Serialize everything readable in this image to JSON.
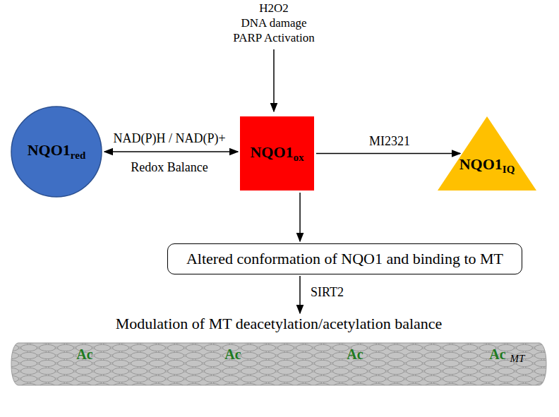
{
  "diagram": {
    "nodes": [
      {
        "text": [
          "NQO1red"
        ]
      },
      {
        "text": [
          "NQO1ox"
        ]
      },
      {
        "text": [
          "NQO1IQ"
        ]
      },
      {
        "text": [
          "Altered conformation of NQO1 and binding to MT"
        ]
      },
      {
        "text": [
          "Modulation of MT deacetylation/acetylation balance",
          "Ac",
          "Ac",
          "Ac",
          "Ac",
          "MT"
        ]
      }
    ],
    "edges": [
      {
        "from": 0,
        "to": 1,
        "arrow": "both",
        "label": "NAD(P)H / NAD(P)+"
      },
      {
        "from": 1,
        "to": 2,
        "arrow": "to",
        "label": "MI2321"
      },
      {
        "from": 1,
        "to": 3,
        "arrow": "to"
      },
      {
        "from": 3,
        "to": 4,
        "arrow": "to",
        "label": "SIRT2"
      }
    ],
    "labels": [
      "H2O2",
      "DNA damage",
      "PARP Activation",
      "Redox Balance"
    ]
  }
}
